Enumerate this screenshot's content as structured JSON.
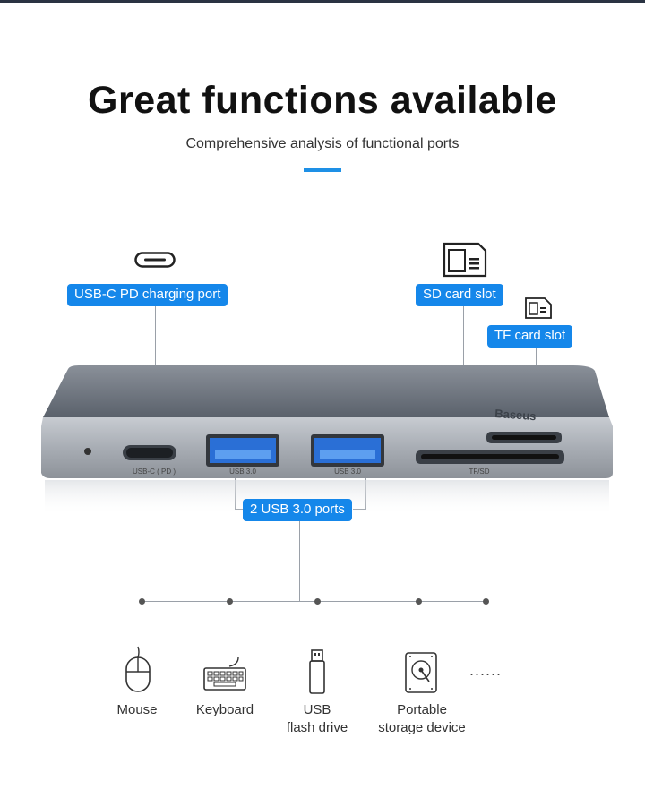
{
  "title": "Great functions available",
  "subtitle": "Comprehensive analysis of functional ports",
  "brand": "Baseus",
  "port_labels": {
    "usbc": "USB-C ( PD )",
    "usb3a": "USB 3.0",
    "usb3b": "USB 3.0",
    "tfsd": "TF/SD"
  },
  "callouts": {
    "usbc_pd": "USB-C PD charging port",
    "sd": "SD card slot",
    "tf": "TF card slot",
    "usb30": "2 USB 3.0 ports"
  },
  "devices": [
    {
      "label": "Mouse",
      "icon": "mouse-icon"
    },
    {
      "label": "Keyboard",
      "icon": "keyboard-icon"
    },
    {
      "label": "USB\nflash drive",
      "icon": "usb-flash-drive-icon"
    },
    {
      "label": "Portable\nstorage device",
      "icon": "hard-drive-icon"
    }
  ],
  "more": "......",
  "colors": {
    "accent": "#1e90e6",
    "tag": "#1587ea",
    "hub_body": "#5d646e"
  }
}
